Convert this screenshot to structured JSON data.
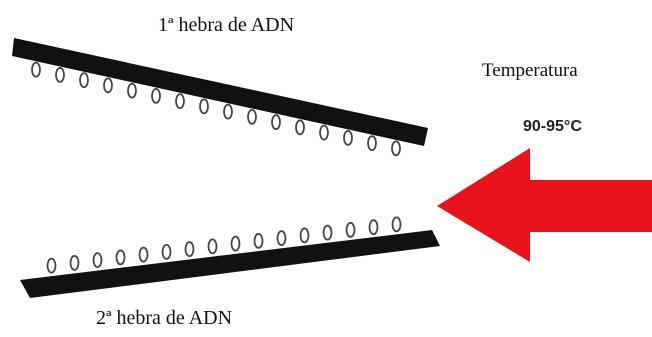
{
  "labels": {
    "strand1": "1ª hebra de ADN",
    "strand2": "2ª hebra de ADN",
    "temperature": "Temperatura",
    "temperature_value": "90-95°C"
  },
  "icons": {
    "arrow": "left-arrow-icon"
  },
  "colors": {
    "strand": "#111111",
    "base": "#444444",
    "arrow": "#e8131b"
  }
}
